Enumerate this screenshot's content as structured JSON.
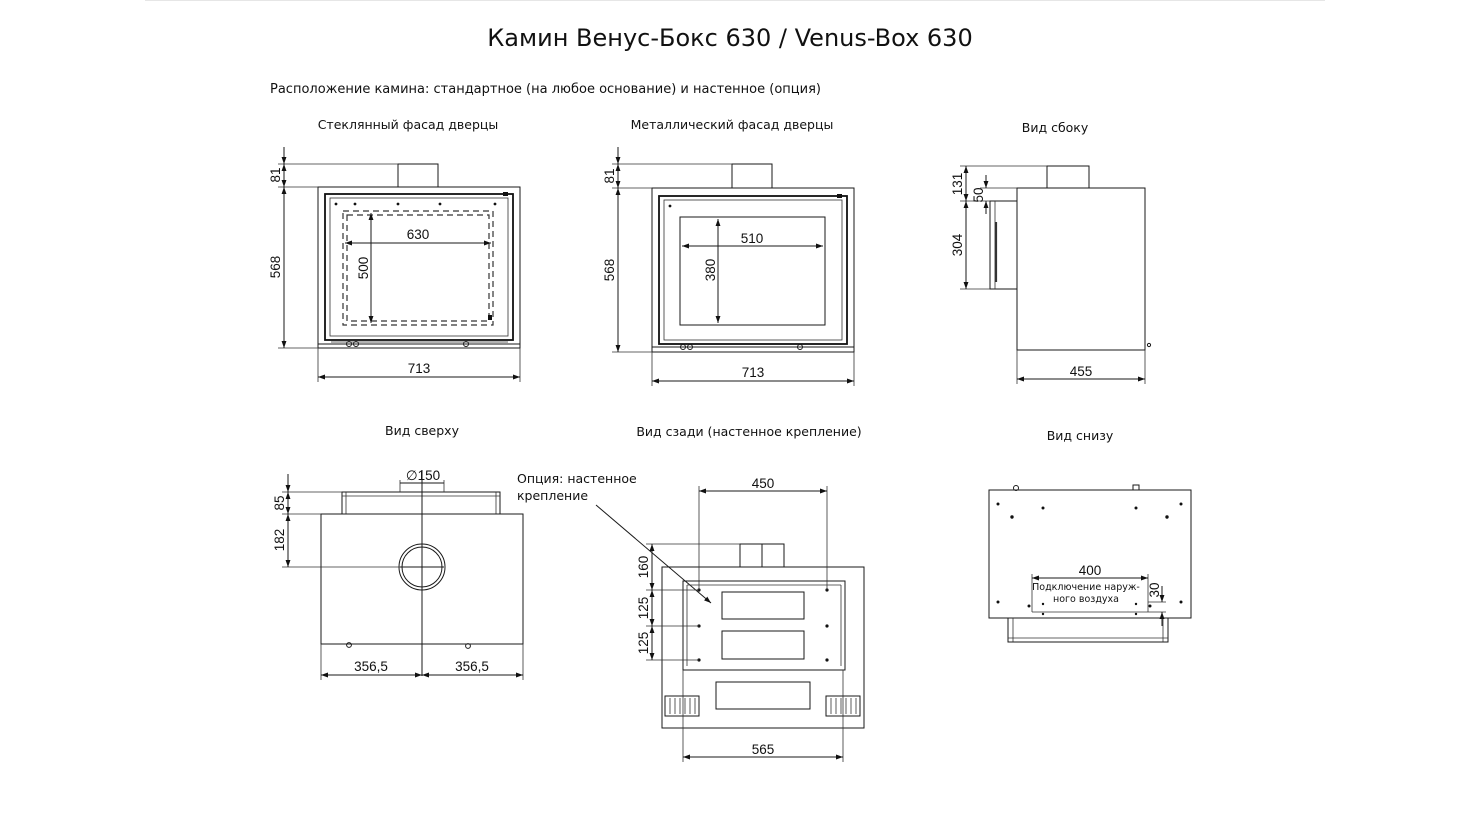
{
  "title": "Камин Венус-Бокс 630 / Venus-Box 630",
  "placement": "Расположение камина: стандартное (на любое основание) и настенное (опция)",
  "views": {
    "glass": {
      "caption": "Стеклянный фасад дверцы",
      "d_top": "81",
      "d_height": "568",
      "d_width": "713",
      "d_inner_w": "630",
      "d_inner_h": "500"
    },
    "metal": {
      "caption": "Металлический фасад дверцы",
      "d_top": "81",
      "d_height": "568",
      "d_width": "713",
      "d_inner_w": "510",
      "d_inner_h": "380"
    },
    "side": {
      "caption": "Вид сбоку",
      "d_131": "131",
      "d_50": "50",
      "d_304": "304",
      "d_455": "455"
    },
    "top": {
      "caption": "Вид сверху",
      "d_dia": "∅150",
      "d_85": "85",
      "d_182": "182",
      "d_left": "356,5",
      "d_right": "356,5"
    },
    "back": {
      "caption": "Вид сзади (настенное крепление)",
      "option_line1": "Опция: настенное",
      "option_line2": "крепление",
      "d_450": "450",
      "d_160": "160",
      "d_125a": "125",
      "d_125b": "125",
      "d_565": "565"
    },
    "bottom": {
      "caption": "Вид снизу",
      "d_400": "400",
      "d_30": "30",
      "note_line1": "Подключение наруж-",
      "note_line2": "ного воздуха"
    }
  },
  "colors": {
    "line": "#1a1a1a",
    "background": "#ffffff"
  }
}
